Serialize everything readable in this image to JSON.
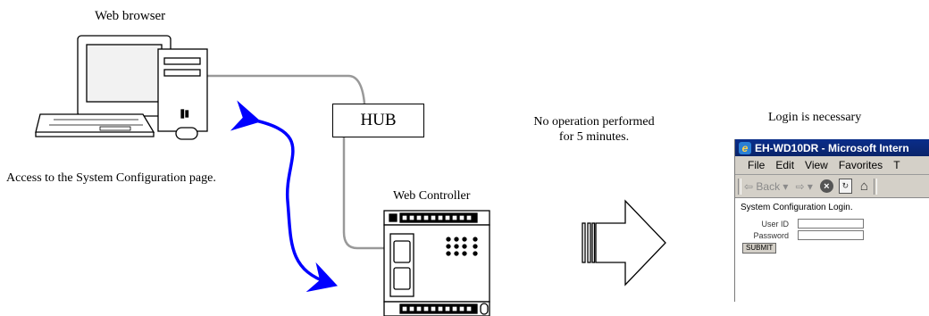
{
  "labels": {
    "browser": "Web browser",
    "hub": "HUB",
    "access": "Access to the System Configuration page.",
    "controller": "Web Controller",
    "no_op_line1": "No operation performed",
    "no_op_line2": "for 5 minutes.",
    "login_necessary": "Login is necessary"
  },
  "window": {
    "title": "EH-WD10DR - Microsoft Intern",
    "menu": [
      "File",
      "Edit",
      "View",
      "Favorites",
      "T"
    ],
    "toolbar": {
      "back": "⇦ Back",
      "back_arrow": "▾",
      "forward": "⇨",
      "forward_arrow": "▾"
    },
    "login_title": "System Configuration Login.",
    "user_id_label": "User ID",
    "password_label": "Password",
    "submit_label": "SUBMIT"
  },
  "colors": {
    "arrow": "#0000ff",
    "cable": "#999999",
    "outline": "#000000"
  },
  "icons": [
    "pc-icon",
    "controller-icon",
    "hollow-right-arrow-icon",
    "ie-logo-icon",
    "stop-icon",
    "refresh-icon",
    "home-icon"
  ]
}
